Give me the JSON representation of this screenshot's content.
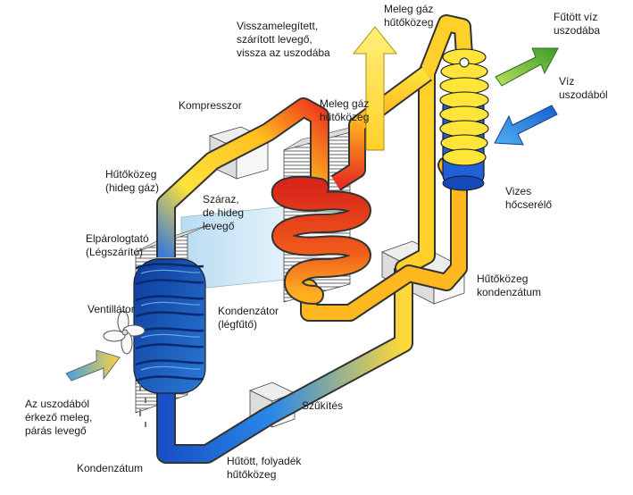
{
  "labels": {
    "return_air": [
      "Visszamelegített,",
      "szárított levegő,",
      "vissza az uszodába"
    ],
    "hot_gas_top": [
      "Meleg gáz",
      "hűtőközeg"
    ],
    "heated_water": [
      "Fűtött víz",
      "uszodába"
    ],
    "water_from_pool": [
      "Víz",
      "uszodából"
    ],
    "compressor": [
      "Kompresszor"
    ],
    "hot_gas_mid": [
      "Meleg gáz",
      "hűtőközeg"
    ],
    "cold_gas": [
      "Hűtőközeg",
      "(hideg gáz)"
    ],
    "dry_cold_air": [
      "Száraz,",
      "de hideg",
      "levegő"
    ],
    "evaporator": [
      "Elpárologtató",
      "(Légszárító)"
    ],
    "water_hx": [
      "Vizes",
      "hőcserélő"
    ],
    "ventilator": [
      "Ventillátor"
    ],
    "condenser": [
      "Kondenzátor",
      "(légfűtő)"
    ],
    "refrigerant_condensate": [
      "Hűtőközeg",
      "kondenzátum"
    ],
    "throttle": [
      "Szűkítés"
    ],
    "incoming_air": [
      "Az uszodából",
      "érkező meleg,",
      "párás levegő"
    ],
    "cooled_liquid": [
      "Hűtött, folyadék",
      "hűtőközeg"
    ],
    "condensate": [
      "Kondenzátum"
    ]
  },
  "colors": {
    "cold": "#1d5fd0",
    "cool": "#3fa9f5",
    "warm": "#ffd83a",
    "hot": "#e8271c",
    "green_arrow": "#7dc242",
    "cold_air": "#c9e6f7",
    "outline": "#333333"
  },
  "icons": [
    "fan-icon",
    "air-in-arrow-icon",
    "air-out-arrow-icon",
    "heated-water-arrow-icon",
    "cold-water-arrow-icon",
    "condensate-drops-icon"
  ]
}
